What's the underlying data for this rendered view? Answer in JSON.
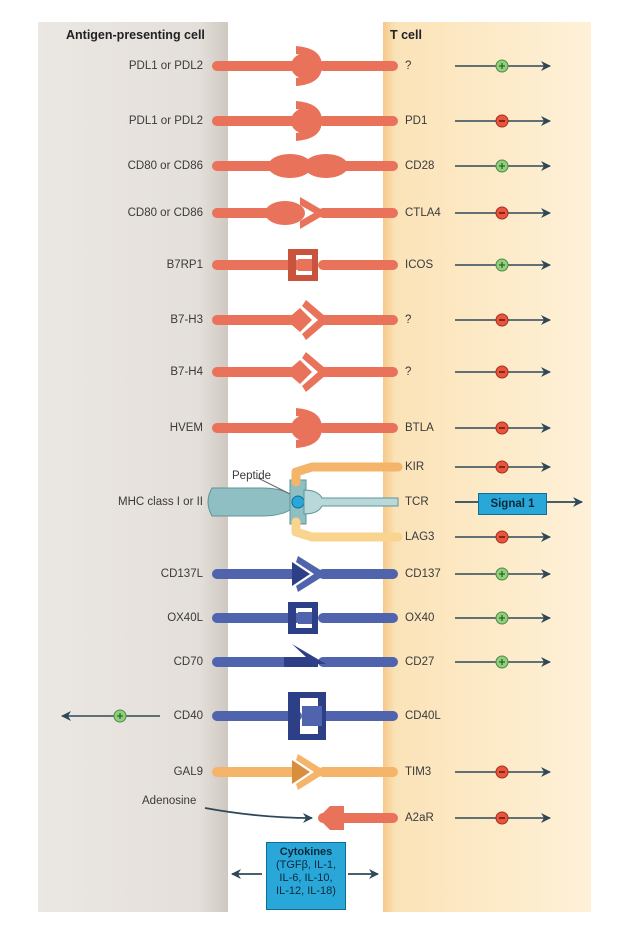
{
  "headers": {
    "apc": "Antigen-presenting cell",
    "tcell": "T cell"
  },
  "colors": {
    "apc_bg": "#e9e5e1",
    "tcell_bg": "#fde8bf",
    "salmon": "#e8735a",
    "salmon_dark": "#c9533c",
    "blue": "#5064ad",
    "blue_dark": "#2d3f86",
    "orange": "#f4b46a",
    "teal": "#8fbfc2",
    "stim": "#8fcf7f",
    "inhib": "#e8553e",
    "arrow": "#2f4858",
    "signal": "#2aa7d9"
  },
  "pairs": [
    {
      "ligand": "PDL1 or PDL2",
      "receptor": "?",
      "effect": "stimulatory",
      "icon": "cup-ball-icon"
    },
    {
      "ligand": "PDL1 or PDL2",
      "receptor": "PD1",
      "effect": "inhibitory",
      "icon": "cup-ball-icon"
    },
    {
      "ligand": "CD80 or CD86",
      "receptor": "CD28",
      "effect": "stimulatory",
      "icon": "bulb-pair-icon"
    },
    {
      "ligand": "CD80 or CD86",
      "receptor": "CTLA4",
      "effect": "inhibitory",
      "icon": "bulb-fork-icon"
    },
    {
      "ligand": "B7RP1",
      "receptor": "ICOS",
      "effect": "stimulatory",
      "icon": "bracket-icon"
    },
    {
      "ligand": "B7-H3",
      "receptor": "?",
      "effect": "inhibitory",
      "icon": "diamond-chevron-icon"
    },
    {
      "ligand": "B7-H4",
      "receptor": "?",
      "effect": "inhibitory",
      "icon": "diamond-chevron-icon"
    },
    {
      "ligand": "HVEM",
      "receptor": "BTLA",
      "effect": "inhibitory",
      "icon": "cup-ball-icon"
    },
    {
      "ligand": "",
      "receptor": "KIR",
      "effect": "inhibitory",
      "icon": "mhc-complex-icon"
    },
    {
      "ligand": "MHC class I or II",
      "receptor": "TCR",
      "effect": "signal",
      "icon": "mhc-complex-icon"
    },
    {
      "ligand": "",
      "receptor": "LAG3",
      "effect": "inhibitory",
      "icon": "mhc-complex-icon"
    },
    {
      "ligand": "CD137L",
      "receptor": "CD137",
      "effect": "stimulatory",
      "icon": "chevron-icon"
    },
    {
      "ligand": "OX40L",
      "receptor": "OX40",
      "effect": "stimulatory",
      "icon": "bracket-icon"
    },
    {
      "ligand": "CD70",
      "receptor": "CD27",
      "effect": "stimulatory",
      "icon": "lightning-icon"
    },
    {
      "ligand": "CD40",
      "receptor": "CD40L",
      "effect": "reverse-stimulatory",
      "icon": "bracket-icon"
    },
    {
      "ligand": "GAL9",
      "receptor": "TIM3",
      "effect": "inhibitory",
      "icon": "chevron-icon"
    },
    {
      "ligand": "",
      "receptor": "A2aR",
      "effect": "inhibitory",
      "icon": "diamond-icon"
    }
  ],
  "peptide_label": "Peptide",
  "signal1_label": "Signal 1",
  "adenosine_label": "Adenosine",
  "cytokines": {
    "title": "Cytokines",
    "lines": [
      "(TGFβ, IL-1,",
      "IL-6, IL-10,",
      "IL-12, IL-18)"
    ]
  }
}
